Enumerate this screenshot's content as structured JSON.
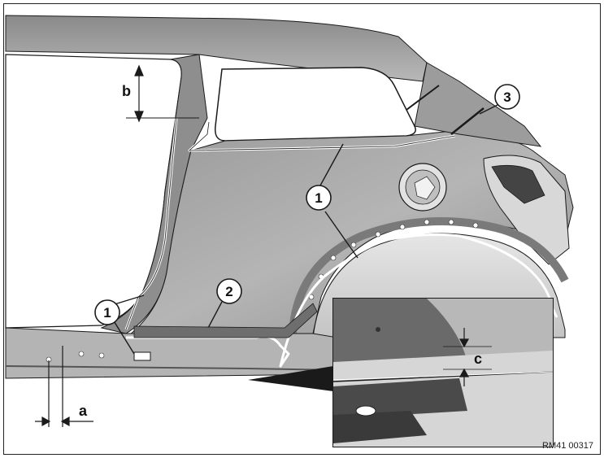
{
  "callouts": [
    {
      "id": "callout-1-rear",
      "label": "1"
    },
    {
      "id": "callout-1-pillar",
      "label": "1"
    },
    {
      "id": "callout-2",
      "label": "2"
    },
    {
      "id": "callout-3",
      "label": "3"
    }
  ],
  "dimensions": {
    "a": "a",
    "b": "b",
    "c": "c"
  },
  "reference_code": "RM41 00317",
  "colors": {
    "panel_dark": "#7d7d7d",
    "panel_mid": "#a9a9a9",
    "panel_light": "#d2d2d2",
    "cut_line": "#ffffff",
    "outline": "#1a1a1a"
  }
}
